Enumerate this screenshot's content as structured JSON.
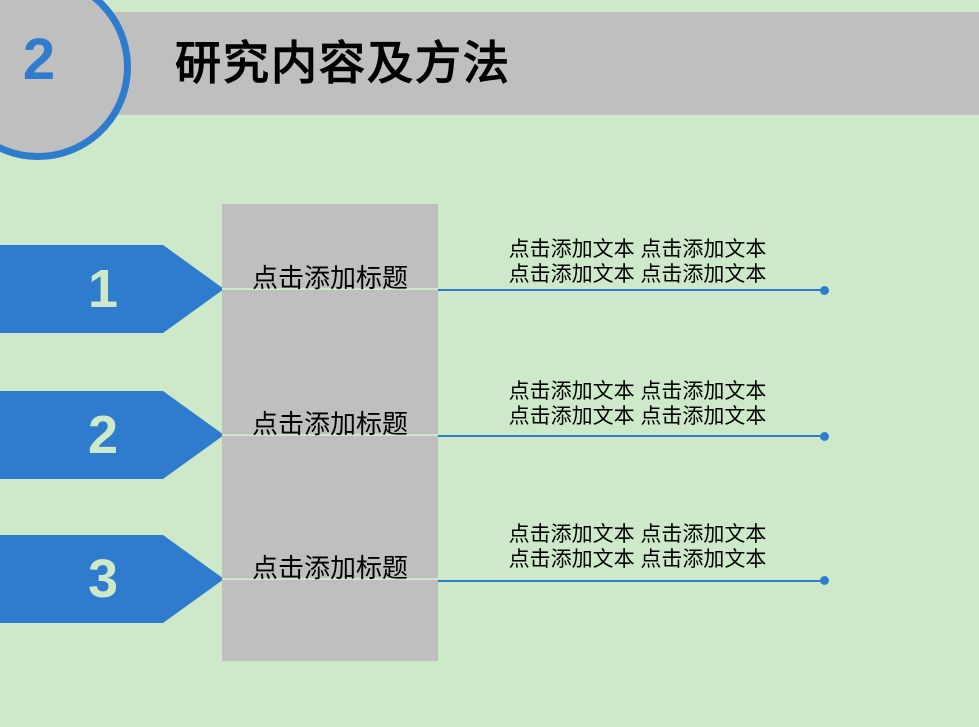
{
  "slide": {
    "chapter_number": "2",
    "title": "研究内容及方法",
    "colors": {
      "background": "#cee9ca",
      "accent_blue": "#2f7bcd",
      "shape_gray": "#bfbfbf",
      "text": "#000000"
    },
    "steps": [
      {
        "number": "1",
        "title": "点击添加标题",
        "lines": [
          "点击添加文本 点击添加文本",
          "点击添加文本 点击添加文本"
        ]
      },
      {
        "number": "2",
        "title": "点击添加标题",
        "lines": [
          "点击添加文本 点击添加文本",
          "点击添加文本 点击添加文本"
        ]
      },
      {
        "number": "3",
        "title": "点击添加标题",
        "lines": [
          "点击添加文本 点击添加文本",
          "点击添加文本 点击添加文本"
        ]
      }
    ]
  }
}
